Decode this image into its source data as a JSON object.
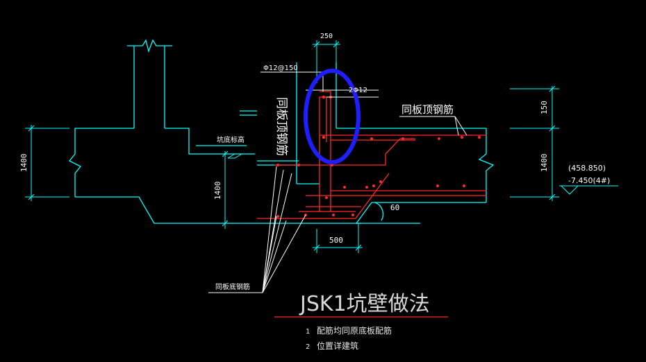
{
  "title": "JSK1坑壁做法",
  "notes": [
    {
      "num": "1",
      "text": "配筋均同原底板配筋"
    },
    {
      "num": "2",
      "text": "位置详建筑"
    }
  ],
  "dims": {
    "top_width": "250",
    "bottom_width": "500",
    "left_height": "1400",
    "pit_depth": "1400",
    "right_top": "150",
    "right_bottom": "1400",
    "angle": "60"
  },
  "labels": {
    "rebar_spec": "Φ12@150",
    "bars_2": "2Φ12",
    "slab_top_rebar": "同板顶钢筋",
    "slab_top_rebar_vertical": "同板顶钢筋",
    "pit_bottom_elev": "坑底标高",
    "slab_bottom_rebar": "同板底钢筋",
    "elev_1": "(458.850)",
    "elev_2": "-7.450(4#)"
  },
  "colors": {
    "background": "#000000",
    "outline": "#00ffff",
    "rebar": "#ff2a2a",
    "leader": "#ffffff",
    "highlight": "#1e1eff",
    "title_text": "#d8d8d8",
    "note_text": "#e8e8e8"
  }
}
